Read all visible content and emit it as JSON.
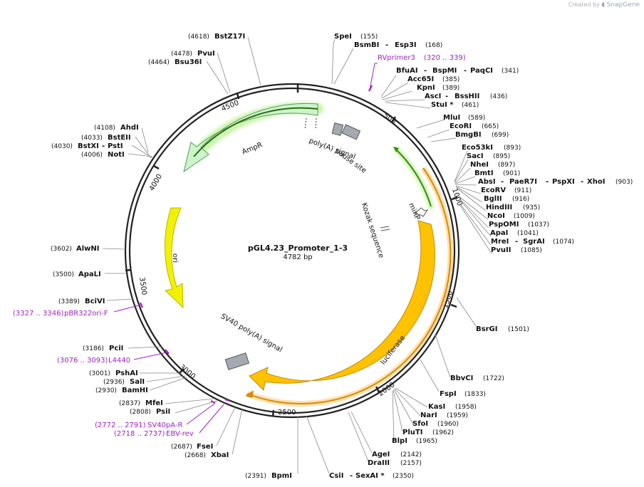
{
  "credit": {
    "prefix": "Created by",
    "brand": "SnapGene"
  },
  "plasmid": {
    "name": "pGL4.23_Promoter_1-3",
    "size_label": "4782 bp",
    "length": 4782
  },
  "ticks": [
    "500",
    "1000",
    "1500",
    "2000",
    "2500",
    "3000",
    "3500",
    "4000",
    "4500"
  ],
  "features": [
    {
      "id": "ampr",
      "label": "AmpR"
    },
    {
      "id": "ori",
      "label": "ori"
    },
    {
      "id": "polya_pause",
      "label1": "pause site",
      "label2": "poly(A) signal"
    },
    {
      "id": "minp",
      "label": "minP"
    },
    {
      "id": "kozak",
      "label": "Kozak sequence"
    },
    {
      "id": "luciferase",
      "label": "luciferase"
    },
    {
      "id": "sv40pa",
      "label": "SV40 poly(A) signal"
    }
  ],
  "sites": [
    {
      "name": "SpeI",
      "pos": "(155)"
    },
    {
      "name": "BsmBI",
      "name2": "Esp3I",
      "pos": "(168)"
    },
    {
      "name": "BfuAI",
      "name2": "BspMI",
      "name3": "PaqCI",
      "pos": "(341)"
    },
    {
      "name": "Acc65I",
      "pos": "(385)"
    },
    {
      "name": "KpnI",
      "pos": "(389)"
    },
    {
      "name": "AscI",
      "name2": "BssHII",
      "pos": "(436)"
    },
    {
      "name": "StuI *",
      "pos": "(461)"
    },
    {
      "name": "MluI",
      "pos": "(589)"
    },
    {
      "name": "EcoRI",
      "pos": "(665)"
    },
    {
      "name": "BmgBI",
      "pos": "(699)"
    },
    {
      "name": "Eco53kI",
      "pos": "(893)"
    },
    {
      "name": "SacI",
      "pos": "(895)"
    },
    {
      "name": "NheI",
      "pos": "(897)"
    },
    {
      "name": "BmtI",
      "pos": "(901)"
    },
    {
      "name": "AbsI",
      "name2": "PaeR7I",
      "name3": "PspXI",
      "name4": "XhoI",
      "pos": "(903)"
    },
    {
      "name": "EcoRV",
      "pos": "(911)"
    },
    {
      "name": "BglII",
      "pos": "(916)"
    },
    {
      "name": "HindIII",
      "pos": "(935)"
    },
    {
      "name": "NcoI",
      "pos": "(1009)"
    },
    {
      "name": "PspOMI",
      "pos": "(1037)"
    },
    {
      "name": "ApaI",
      "pos": "(1041)"
    },
    {
      "name": "MreI",
      "name2": "SgrAI",
      "pos": "(1074)"
    },
    {
      "name": "PvuII",
      "pos": "(1085)"
    },
    {
      "name": "BsrGI",
      "pos": "(1501)"
    },
    {
      "name": "BbvCI",
      "pos": "(1722)"
    },
    {
      "name": "FspI",
      "pos": "(1833)"
    },
    {
      "name": "KasI",
      "pos": "(1958)"
    },
    {
      "name": "NarI",
      "pos": "(1959)"
    },
    {
      "name": "SfoI",
      "pos": "(1960)"
    },
    {
      "name": "PluTI",
      "pos": "(1962)"
    },
    {
      "name": "BlpI",
      "pos": "(1965)"
    },
    {
      "name": "AgeI",
      "pos": "(2142)"
    },
    {
      "name": "DraIII",
      "pos": "(2157)"
    },
    {
      "name": "CsiI",
      "name2": "SexAI *",
      "pos": "(2350)"
    },
    {
      "name": "BpmI",
      "pos": "(2391)"
    },
    {
      "name": "XbaI",
      "pos": "(2668)"
    },
    {
      "name": "FseI",
      "pos": "(2687)"
    },
    {
      "name": "PsiI",
      "pos": "(2808)"
    },
    {
      "name": "MfeI",
      "pos": "(2837)"
    },
    {
      "name": "BamHI",
      "pos": "(2930)"
    },
    {
      "name": "SalI",
      "pos": "(2936)"
    },
    {
      "name": "PshAI",
      "pos": "(3001)"
    },
    {
      "name": "PciI",
      "pos": "(3186)"
    },
    {
      "name": "BciVI",
      "pos": "(3389)"
    },
    {
      "name": "ApaLI",
      "pos": "(3500)"
    },
    {
      "name": "AlwNI",
      "pos": "(3602)"
    },
    {
      "name": "NotI",
      "pos": "(4006)"
    },
    {
      "name": "BstXI",
      "name2": "PstI",
      "pos": "(4030)"
    },
    {
      "name": "BstEII",
      "pos": "(4033)"
    },
    {
      "name": "AhdI",
      "pos": "(4108)"
    },
    {
      "name": "Bsu36I",
      "pos": "(4464)"
    },
    {
      "name": "PvuI",
      "pos": "(4478)"
    },
    {
      "name": "BstZ17I",
      "pos": "(4618)"
    }
  ],
  "primers": [
    {
      "name": "RVprimer3",
      "range": "(320 .. 339)"
    },
    {
      "name": "pBR322ori-F",
      "range": "(3327 .. 3346)"
    },
    {
      "name": "L4440",
      "range": "(3076 .. 3093)"
    },
    {
      "name": "SV40pA-R",
      "range": "(2772 .. 2791)"
    },
    {
      "name": "EBV-rev",
      "range": "(2718 .. 2737)"
    }
  ],
  "colors": {
    "backbone": "#222222",
    "ampr_fill": "#ccf5cc",
    "ampr_stroke": "#5a9a5a",
    "ori_fill": "#f2f200",
    "luciferase_fill": "#ffc200",
    "terminator": "#a5aab2",
    "minp_stroke": "#3a8a1a",
    "primer": "#a020c8",
    "leader": "#888888"
  }
}
